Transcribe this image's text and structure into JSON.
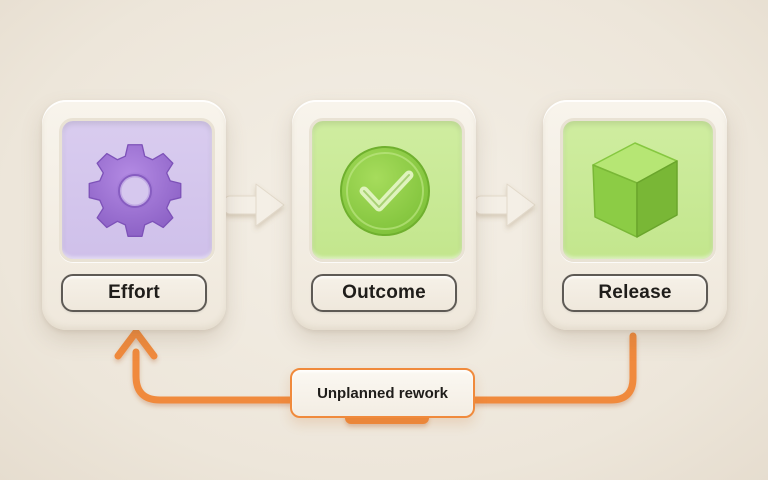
{
  "flow": {
    "steps": [
      {
        "label": "Effort",
        "icon": "gear-icon"
      },
      {
        "label": "Outcome",
        "icon": "checkmark-icon"
      },
      {
        "label": "Release",
        "icon": "cube-icon"
      }
    ]
  },
  "feedback_loop": {
    "label": "Unplanned rework",
    "color": "#f08a3c"
  },
  "colors": {
    "background": "#efe8dc",
    "effort_tile": "#d3c5ec",
    "effort_icon": "#9a6fd0",
    "outcome_tile": "#c9ea95",
    "green_icon": "#8ccc45",
    "forward_arrow": "#f6f1e8",
    "loop_arrow": "#f08a3c"
  }
}
